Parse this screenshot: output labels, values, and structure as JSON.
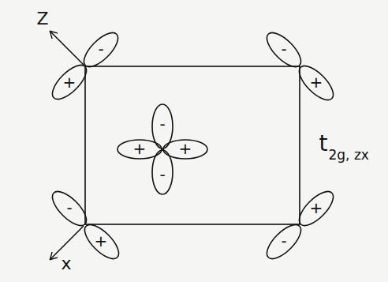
{
  "diagram": {
    "labels": [
      "Z",
      "x",
      "-",
      "+",
      "-",
      "+",
      "-",
      "+",
      "+",
      "+",
      "-",
      "-",
      "+",
      "-",
      "t",
      "2g, zx"
    ]
  }
}
